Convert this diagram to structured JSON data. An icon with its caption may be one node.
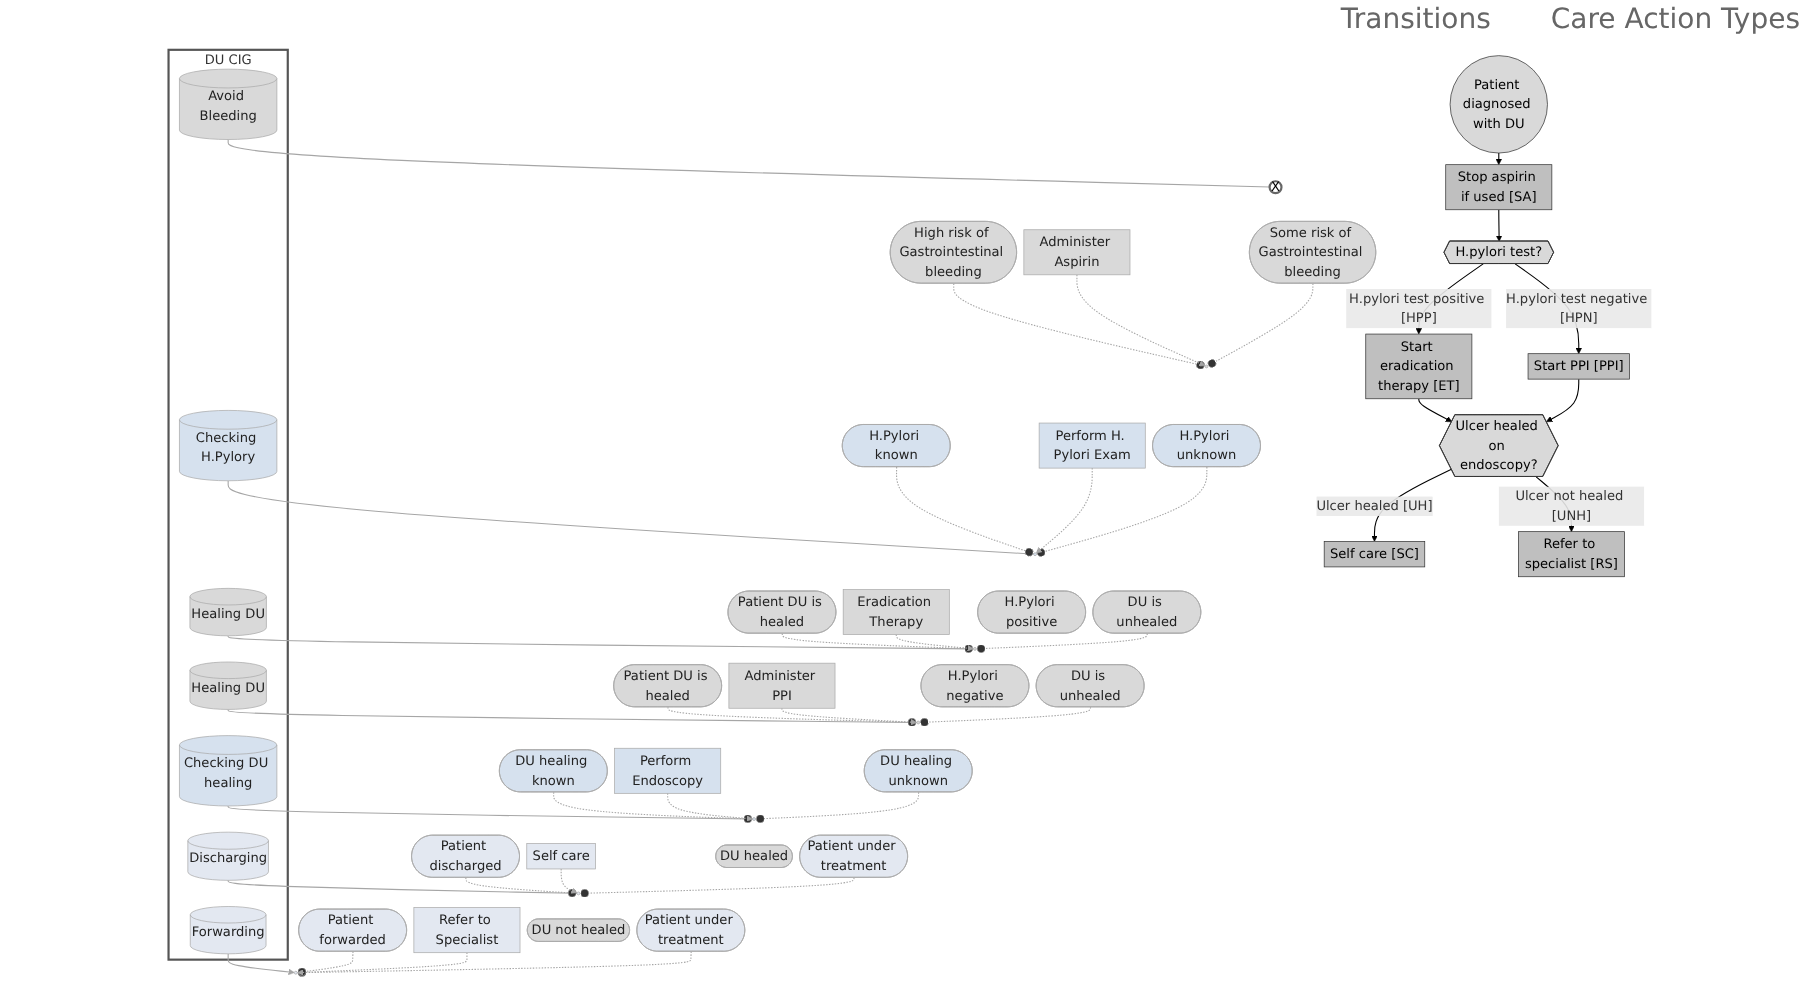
{
  "diagram": {
    "nodes": [
      {
        "text": [
          "Patient diagnosed with DU"
        ]
      },
      {
        "text": [
          "Stop aspirin if used [SA]"
        ]
      },
      {
        "text": [
          "H.pylori test?"
        ]
      },
      {
        "text": [
          "Start eradication therapy [ET]"
        ]
      },
      {
        "text": [
          "Start PPI [PPI]"
        ]
      },
      {
        "text": [
          "Ulcer healed on endoscopy?"
        ]
      },
      {
        "text": [
          "Self care [SC]"
        ]
      },
      {
        "text": [
          "Refer to specialist [RS]"
        ]
      },
      {
        "text": [
          "DU CIG"
        ]
      },
      {
        "text": [
          "Avoid Bleeding"
        ],
        "in": 8
      },
      {
        "text": [
          "Checking H.Pylory"
        ],
        "in": 8
      },
      {
        "text": [
          "Healing DU"
        ],
        "in": 8
      },
      {
        "text": [
          "Healing DU"
        ],
        "in": 8
      },
      {
        "text": [
          "Checking DU healing"
        ],
        "in": 8
      },
      {
        "text": [
          "Discharging"
        ],
        "in": 8
      },
      {
        "text": [
          "Forwarding"
        ],
        "in": 8
      },
      {
        "text": [
          "X"
        ]
      },
      {
        "text": [],
        "shape": "circle"
      },
      {
        "text": [
          "Some risk of Gastrointestinal bleeding"
        ]
      },
      {
        "text": [
          "High risk of Gastrointestinal bleeding"
        ]
      },
      {
        "text": [
          "Administer Aspirin"
        ]
      },
      {
        "text": [],
        "shape": "circle"
      },
      {
        "text": [
          "H.Pylori unknown"
        ]
      },
      {
        "text": [
          "H.Pylori known"
        ]
      },
      {
        "text": [
          "Perform H. Pylori Exam"
        ]
      },
      {
        "text": [],
        "shape": "circle"
      },
      {
        "text": [
          "H.Pylori positive"
        ]
      },
      {
        "text": [
          "DU is unhealed"
        ]
      },
      {
        "text": [
          "Patient DU is healed"
        ]
      },
      {
        "text": [
          "Eradication Therapy"
        ]
      },
      {
        "text": [],
        "shape": "circle"
      },
      {
        "text": [
          "H.Pylori negative"
        ]
      },
      {
        "text": [
          "DU is unhealed"
        ]
      },
      {
        "text": [
          "Patient DU is healed"
        ]
      },
      {
        "text": [
          "Administer PPI"
        ]
      },
      {
        "text": [],
        "shape": "circle"
      },
      {
        "text": [
          "DU healing unknown"
        ]
      },
      {
        "text": [
          "DU healing known"
        ]
      },
      {
        "text": [
          "Perform Endoscopy"
        ]
      },
      {
        "text": [],
        "shape": "circle"
      },
      {
        "text": [
          "DU healed"
        ]
      },
      {
        "text": [
          "Patient under treatment"
        ]
      },
      {
        "text": [
          "Patient discharged"
        ]
      },
      {
        "text": [
          "Self care"
        ]
      },
      {
        "text": [],
        "shape": "circle"
      },
      {
        "text": [
          "DU not healed"
        ]
      },
      {
        "text": [
          "Patient under treatment"
        ]
      },
      {
        "text": [
          "Patient forwarded"
        ]
      },
      {
        "text": [
          "Refer to Specialist"
        ]
      }
    ],
    "edges": [
      {
        "from": 0,
        "to": 1,
        "arrow": "to",
        "color": "#000000"
      },
      {
        "from": 1,
        "to": 2,
        "arrow": "to",
        "color": "#000000"
      },
      {
        "from": 2,
        "to": 3,
        "arrow": "to",
        "label": "H.pylori test positive [HPP]",
        "color": "#000000"
      },
      {
        "from": 2,
        "to": 4,
        "arrow": "to",
        "label": "H.pylori test negative [HPN]",
        "color": "#000000"
      },
      {
        "from": 3,
        "to": 5,
        "arrow": "to",
        "color": "#000000"
      },
      {
        "from": 4,
        "to": 5,
        "arrow": "to",
        "color": "#000000"
      },
      {
        "from": 5,
        "to": 6,
        "arrow": "to",
        "label": "Ulcer healed [UH]",
        "color": "#000000"
      },
      {
        "from": 5,
        "to": 7,
        "arrow": "to",
        "label": "Ulcer not healed [UNH]",
        "color": "#000000"
      },
      {
        "from": 9,
        "to": 16,
        "arrow": "none"
      },
      {
        "from": 18,
        "to": 17,
        "arrow": "other",
        "style": "dashed"
      },
      {
        "from": 19,
        "to": 17,
        "arrow": "other",
        "style": "dashed"
      },
      {
        "from": 20,
        "to": 17,
        "arrow": "to",
        "style": "dashed"
      },
      {
        "from": 10,
        "to": 21,
        "arrow": "to"
      },
      {
        "from": 22,
        "to": 21,
        "arrow": "other",
        "style": "dashed"
      },
      {
        "from": 23,
        "to": 21,
        "arrow": "other",
        "style": "dashed"
      },
      {
        "from": 24,
        "to": 21,
        "arrow": "to",
        "style": "dashed"
      },
      {
        "from": 11,
        "to": 25,
        "arrow": "to"
      },
      {
        "from": 27,
        "to": 25,
        "arrow": "other",
        "style": "dashed"
      },
      {
        "from": 28,
        "to": 25,
        "arrow": "other",
        "style": "dashed"
      },
      {
        "from": 29,
        "to": 25,
        "arrow": "to",
        "style": "dashed"
      },
      {
        "from": 12,
        "to": 30,
        "arrow": "to"
      },
      {
        "from": 32,
        "to": 30,
        "arrow": "other",
        "style": "dashed"
      },
      {
        "from": 33,
        "to": 30,
        "arrow": "other",
        "style": "dashed"
      },
      {
        "from": 34,
        "to": 30,
        "arrow": "to",
        "style": "dashed"
      },
      {
        "from": 13,
        "to": 35,
        "arrow": "to"
      },
      {
        "from": 36,
        "to": 35,
        "arrow": "other",
        "style": "dashed"
      },
      {
        "from": 37,
        "to": 35,
        "arrow": "other",
        "style": "dashed"
      },
      {
        "from": 38,
        "to": 35,
        "arrow": "to",
        "style": "dashed"
      },
      {
        "from": 14,
        "to": 39,
        "arrow": "to"
      },
      {
        "from": 41,
        "to": 39,
        "arrow": "other",
        "style": "dashed"
      },
      {
        "from": 42,
        "to": 39,
        "arrow": "other",
        "style": "dashed"
      },
      {
        "from": 43,
        "to": 39,
        "arrow": "to",
        "style": "dashed"
      },
      {
        "from": 15,
        "to": 44,
        "arrow": "to"
      },
      {
        "from": 46,
        "to": 44,
        "arrow": "other",
        "style": "dashed"
      },
      {
        "from": 47,
        "to": 44,
        "arrow": "other",
        "style": "dashed"
      },
      {
        "from": 48,
        "to": 44,
        "arrow": "to",
        "style": "dashed"
      }
    ],
    "labels": [
      "Transitions",
      "Care Action Types"
    ]
  }
}
